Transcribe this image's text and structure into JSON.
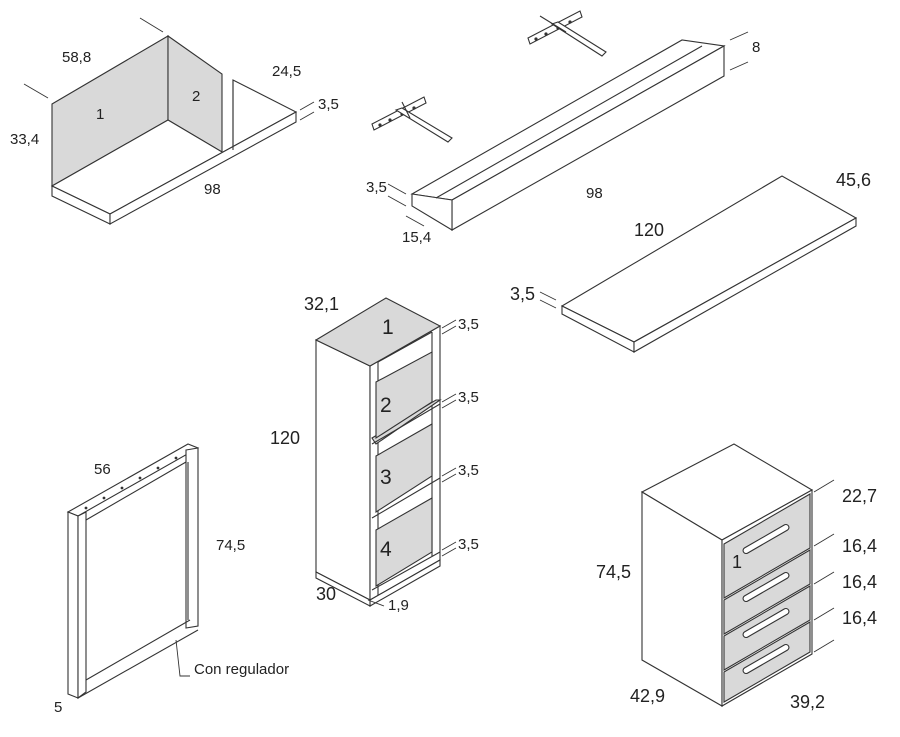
{
  "shelf_unit": {
    "dims": {
      "width": "98",
      "depth": "24,5",
      "height": "33,4",
      "side_length": "58,8",
      "thickness": "3,5"
    },
    "panels": [
      "1",
      "2"
    ]
  },
  "wall_shelf": {
    "dims": {
      "height": "8",
      "length": "98",
      "thickness": "3,5",
      "depth": "15,4"
    }
  },
  "desk_top": {
    "dims": {
      "length": "120",
      "depth": "45,6",
      "thickness": "3,5"
    }
  },
  "bookcase": {
    "dims": {
      "top_width": "32,1",
      "height": "120",
      "depth": "30",
      "panel": "1,9"
    },
    "shelf_thickness": [
      "3,5",
      "3,5",
      "3,5",
      "3,5"
    ],
    "compartments": [
      "1",
      "2",
      "3",
      "4"
    ]
  },
  "leg_frame": {
    "dims": {
      "width": "56",
      "height": "74,5",
      "profile": "5"
    },
    "note": "Con regulador"
  },
  "drawer_unit": {
    "dims": {
      "height": "74,5",
      "depth": "42,9",
      "width": "39,2"
    },
    "drawer_heights": [
      "22,7",
      "16,4",
      "16,4",
      "16,4"
    ],
    "first_drawer_label": "1"
  }
}
